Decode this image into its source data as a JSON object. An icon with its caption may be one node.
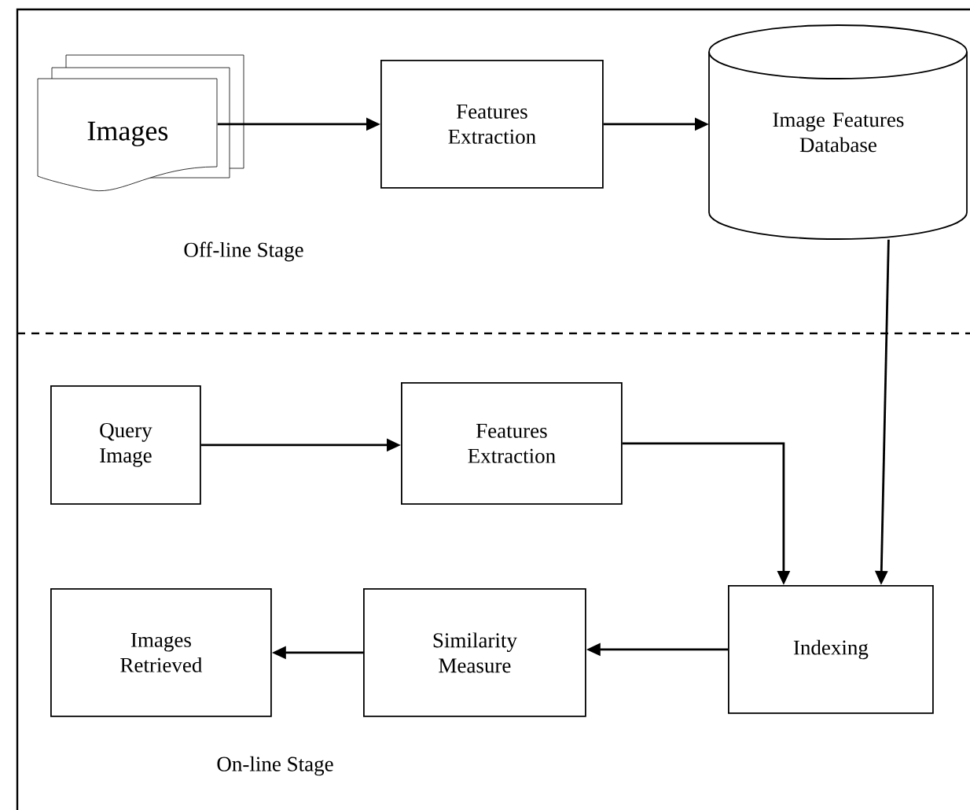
{
  "diagram": {
    "nodes": [
      {
        "text": [
          "Images"
        ]
      },
      {
        "text": [
          "Features Extraction"
        ]
      },
      {
        "text": [
          "Image Features Database"
        ]
      },
      {
        "text": [
          "Query Image"
        ]
      },
      {
        "text": [
          "Features Extraction"
        ]
      },
      {
        "text": [
          "Indexing"
        ]
      },
      {
        "text": [
          "Similarity Measure"
        ]
      },
      {
        "text": [
          "Images Retrieved"
        ]
      }
    ],
    "edges": [
      {
        "from": 0,
        "to": 1,
        "arrow": "to"
      },
      {
        "from": 1,
        "to": 2,
        "arrow": "to"
      },
      {
        "from": 3,
        "to": 4,
        "arrow": "to"
      },
      {
        "from": 4,
        "to": 5,
        "arrow": "to"
      },
      {
        "from": 2,
        "to": 5,
        "arrow": "to"
      },
      {
        "from": 5,
        "to": 6,
        "arrow": "to"
      },
      {
        "from": 6,
        "to": 7,
        "arrow": "to"
      }
    ],
    "labels": [
      "Off-line Stage",
      "On-line Stage"
    ]
  }
}
